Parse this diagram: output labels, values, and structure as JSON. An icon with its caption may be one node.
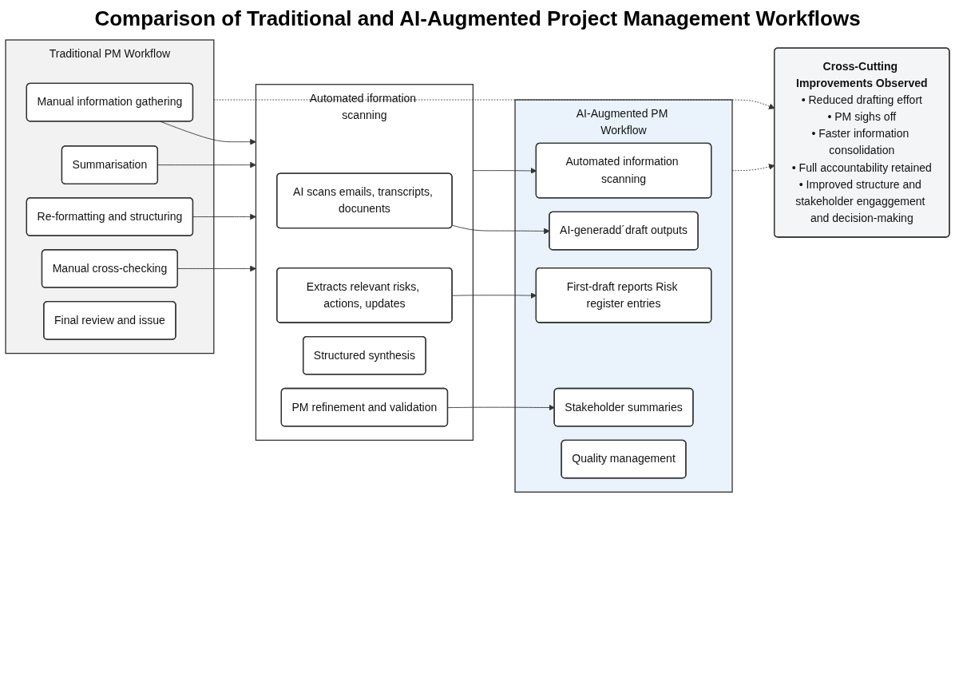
{
  "diagram": {
    "title": "Comparison of Traditional and AI-Augmented Project Management Workflows",
    "nodes": [
      {
        "text": [
          "Traditional PM Workflow"
        ]
      },
      {
        "text": [
          "Manual information gathering"
        ],
        "in": 0
      },
      {
        "text": [
          "Summarisation"
        ],
        "in": 0
      },
      {
        "text": [
          "Re-formatting and structuring"
        ],
        "in": 0
      },
      {
        "text": [
          "Manual cross-checking"
        ],
        "in": 0
      },
      {
        "text": [
          "Final review and issue"
        ],
        "in": 0
      },
      {
        "text": [
          "Automated iformation scanning"
        ]
      },
      {
        "text": [
          "AI scans emails, transcripts, docunents"
        ],
        "in": 6
      },
      {
        "text": [
          "Extracts relevant risks, actions, updates"
        ],
        "in": 6
      },
      {
        "text": [
          "Structured synthesis"
        ],
        "in": 6
      },
      {
        "text": [
          "PM refinement and validation"
        ],
        "in": 6
      },
      {
        "text": [
          "AI-Augmented PM Workflow"
        ]
      },
      {
        "text": [
          "Automated information scanning"
        ],
        "in": 11
      },
      {
        "text": [
          "AI-generadd´draft outputs"
        ],
        "in": 11
      },
      {
        "text": [
          "First-draft reports Risk register entries"
        ],
        "in": 11
      },
      {
        "text": [
          "Stakeholder summaries"
        ],
        "in": 11
      },
      {
        "text": [
          "Quality management"
        ],
        "in": 11
      },
      {
        "text": [
          "Cross-Cutting Improvements Observed",
          "• Reduced drafting effort",
          "• PM sighs off",
          "• Faster information consolidation",
          "• Full accountability retained",
          "• Improved structure and stakeholder engaggement and decision-making"
        ]
      }
    ],
    "edges": [
      {
        "from": 1,
        "to": 6,
        "arrow": "to"
      },
      {
        "from": 2,
        "to": 6,
        "arrow": "to"
      },
      {
        "from": 3,
        "to": 6,
        "arrow": "to"
      },
      {
        "from": 4,
        "to": 6,
        "arrow": "to"
      },
      {
        "from": 6,
        "to": 12,
        "arrow": "to"
      },
      {
        "from": 7,
        "to": 13,
        "arrow": "to"
      },
      {
        "from": 8,
        "to": 14,
        "arrow": "to"
      },
      {
        "from": 10,
        "to": 15,
        "arrow": "to"
      },
      {
        "from": 0,
        "to": 17,
        "arrow": "to",
        "style": "dashed"
      },
      {
        "from": 11,
        "to": 17,
        "arrow": "to",
        "style": "dashed"
      }
    ]
  }
}
